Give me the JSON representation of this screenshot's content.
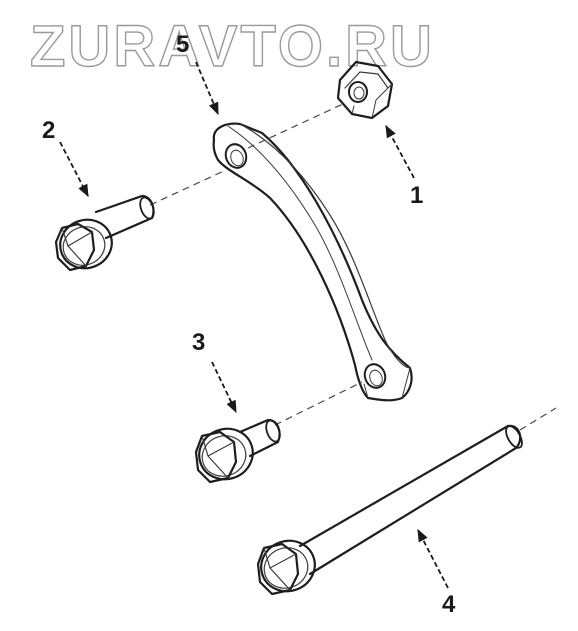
{
  "watermark": "ZURAVTO.RU",
  "colors": {
    "ink": "#1e1e1e",
    "background": "#ffffff",
    "watermark": "#9a9a9a"
  },
  "callouts": [
    {
      "id": "1",
      "label": "1"
    },
    {
      "id": "2",
      "label": "2"
    },
    {
      "id": "3",
      "label": "3"
    },
    {
      "id": "4",
      "label": "4"
    },
    {
      "id": "5",
      "label": "5"
    }
  ]
}
